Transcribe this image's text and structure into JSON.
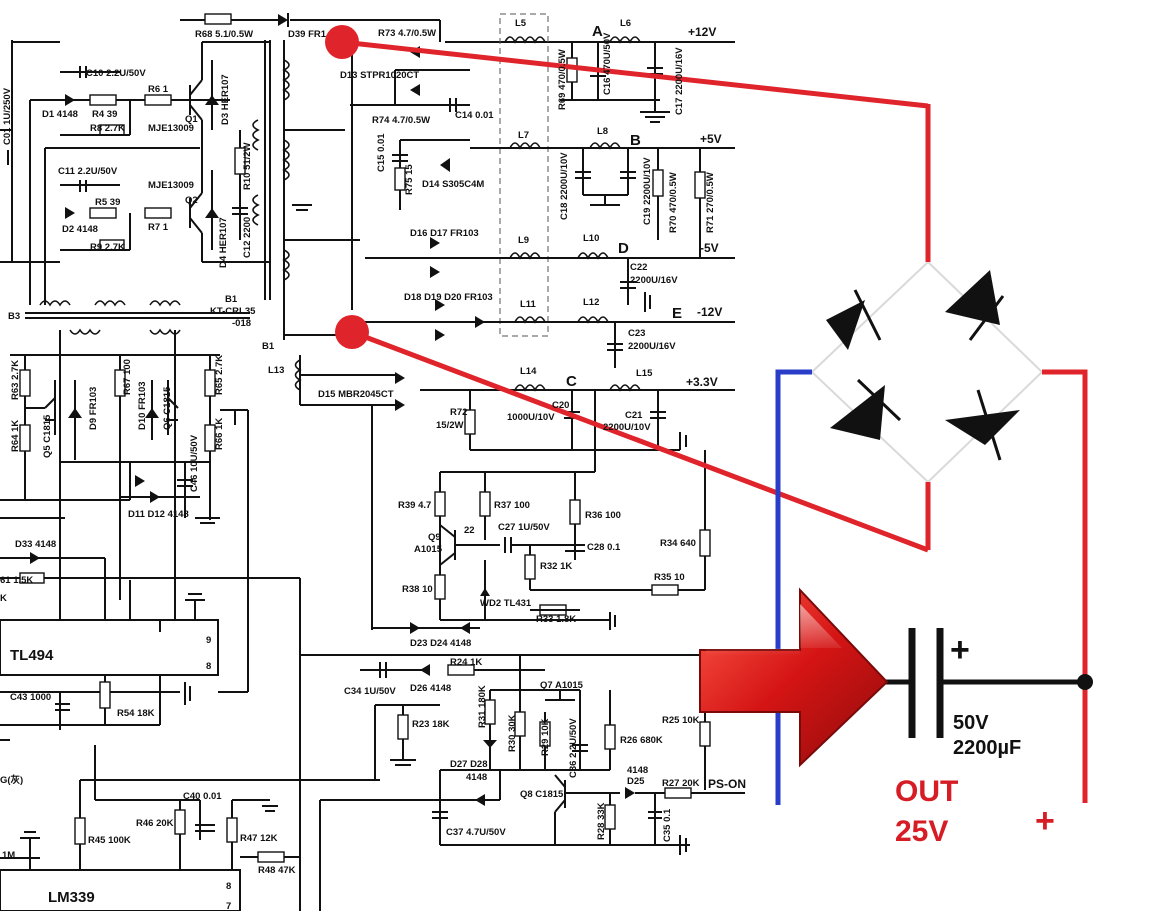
{
  "diagram": {
    "rails": {
      "p12": "+12V",
      "p5": "+5V",
      "m5": "-5V",
      "m12": "-12V",
      "p33": "+3.3V",
      "pson": "PS-ON"
    },
    "nodes": {
      "a": "A",
      "b": "B",
      "c": "C",
      "d": "D",
      "e": "E"
    },
    "chips": {
      "tl494": "TL494",
      "lm339": "LM339"
    },
    "labels": {
      "r68": "R68 5.1/0.5W",
      "d39": "D39 FR1",
      "r73": "R73 4.7/0.5W",
      "d13": "D13 STPR1020CT",
      "r74": "R74 4.7/0.5W",
      "c14": "C14 0.01",
      "l5": "L5",
      "l6": "L6",
      "l7": "L7",
      "l8": "L8",
      "l9": "L9",
      "l10": "L10",
      "l11": "L11",
      "l12": "L12",
      "l13": "L13",
      "l14": "L14",
      "l15": "L15",
      "r69": "R69 470/0.5W",
      "c16": "C16 470U/50V",
      "c17": "C17 2200U/16V",
      "c10": "C10 2.2U/50V",
      "d1": "D1 4148",
      "r4": "R4 39",
      "r6": "R6 1",
      "r8": "R8 2.7K",
      "q1": "Q1",
      "mje1": "MJE13009",
      "d3": "D3 HER107",
      "c11": "C11 2.2U/50V",
      "mje2": "MJE13009",
      "r5": "R5 39",
      "r7": "R7 1",
      "q2": "Q2",
      "d2": "D2 4148",
      "r9": "R9 2.7K",
      "d4": "D4 HER107",
      "r10": "R10 51/2W",
      "c12": "C12 2200",
      "c01": "C01 1U/250V",
      "c15": "C15 0.01",
      "r75": "R75 15",
      "d14": "D14 S305C4M",
      "c18": "C18 2200U/10V",
      "c19": "C19 2200U/10V",
      "r70": "R70 470/0.5W",
      "r71": "R71 270/0.5W",
      "d16": "D16 D17 FR103",
      "c22": "C22",
      "c22v": "2200U/16V",
      "b1": "B1",
      "ktc": "KT-CRL35",
      "ktn": "-018",
      "b3": "B3",
      "b1b": "B1",
      "d18": "D18 D19 D20 FR103",
      "c23": "C23",
      "c23v": "2200U/16V",
      "d15": "D15 MBR2045CT",
      "r72": "R72",
      "r72v": "15/2W",
      "c20": "C20",
      "c20v": "1000U/10V",
      "c21": "C21",
      "c21v": "2200U/10V",
      "r63": "R63 2.7K",
      "r64": "R64 1K",
      "q5": "Q5 C1815",
      "d9": "D9 FR103",
      "r67": "R67 100",
      "d10": "D10 FR103",
      "q6": "Q6 C1815",
      "r65": "R65 2.7K",
      "r66": "R66 1K",
      "c46": "C46 10U/50V",
      "d11": "D11 D12 4148",
      "r39": "R39 4.7",
      "r37": "R37 100",
      "r36": "R36 100",
      "q9": "Q9",
      "a1015": "A1015",
      "r22": "22",
      "c27": "C27 1U/50V",
      "c28": "C28 0.1",
      "r32": "R32 1K",
      "r34": "R34 640",
      "r35": "R35 10",
      "r38": "R38 10",
      "wd2": "WD2 TL431",
      "r33": "R33 1.8K",
      "d23": "D23 D24 4148",
      "d33": "D33 4148",
      "r61": "61 1.5K",
      "k": "K",
      "p9": "9",
      "p8": "8",
      "p7": "7",
      "c43": "C43 1000",
      "r54": "R54 18K",
      "c34": "C34 1U/50V",
      "d26": "D26 4148",
      "r24": "R24 1K",
      "r23": "R23 18K",
      "q7": "Q7 A1015",
      "r31": "R31 180K",
      "r30": "R30 30K",
      "r29": "R29 10K",
      "c36": "C36 2.2U/50V",
      "r26": "R26 680K",
      "r25": "R25 10K",
      "d27": "D27 D28",
      "d27v": "4148",
      "d25": "4148",
      "d25n": "D25",
      "r27": "R27 20K",
      "q8": "Q8 C1815",
      "r28": "R28 33K",
      "c35": "C35 0.1",
      "c37": "C37 4.7U/50V",
      "g": "G(灰)",
      "c40": "C40 0.01",
      "r46": "R46 20K",
      "r47": "R47 12K",
      "r48": "R48 47K",
      "r45": "R45 100K",
      "r1m": "1M"
    },
    "overlay": {
      "cap_voltage": "50V",
      "cap_value": "2200µF",
      "out_line1": "OUT",
      "out_line2": "25V",
      "plus_small": "+",
      "plus_big": "+"
    },
    "colors": {
      "red_wire": "#e0242b",
      "blue_wire": "#2a3dc8",
      "arrow": "#d41414",
      "out_text": "#d61c24",
      "diode": "#111111"
    }
  }
}
